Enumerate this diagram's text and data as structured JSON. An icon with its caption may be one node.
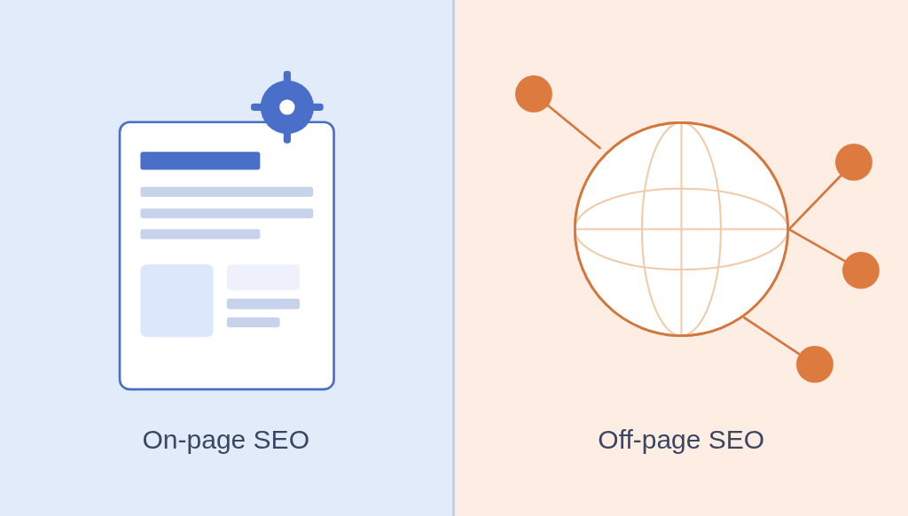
{
  "diagram": {
    "nodes": [
      {
        "text": [
          "On-page SEO"
        ]
      },
      {
        "text": [
          "Off-page SEO"
        ]
      },
      {
        "text": [],
        "shape": "circle",
        "in": 1
      },
      {
        "text": [],
        "shape": "circle",
        "in": 1
      },
      {
        "text": [],
        "shape": "circle",
        "in": 1
      },
      {
        "text": [],
        "shape": "circle",
        "in": 1
      },
      {
        "text": [],
        "shape": "circle",
        "in": 1
      }
    ],
    "edges": [
      {
        "from": 2,
        "to": 3,
        "arrow": "none"
      },
      {
        "from": 2,
        "to": 4,
        "arrow": "none"
      },
      {
        "from": 2,
        "to": 5,
        "arrow": "none"
      },
      {
        "from": 2,
        "to": 6,
        "arrow": "none"
      }
    ]
  }
}
